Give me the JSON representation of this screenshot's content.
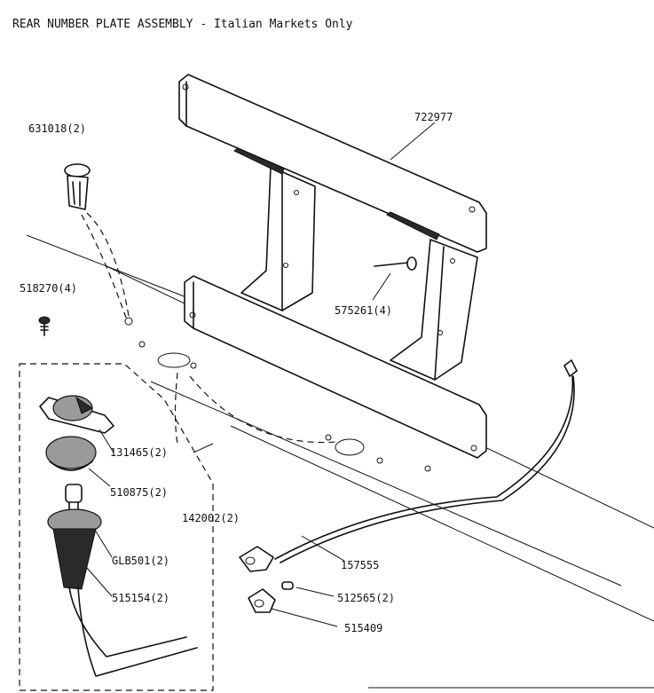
{
  "title": "REAR NUMBER PLATE ASSEMBLY - Italian Markets Only",
  "parts": {
    "plate_bracket": "722977",
    "clip": "631018(2)",
    "screw": "518270(4)",
    "bolt": "575261(4)",
    "lamp_housing": "131465(2)",
    "lens": "510875(2)",
    "lamp_assembly": "142002(2)",
    "bulb": "GLB501(2)",
    "bulb_holder": "515154(2)",
    "harness": "157555",
    "terminal": "512565(2)",
    "connector": "515409"
  }
}
